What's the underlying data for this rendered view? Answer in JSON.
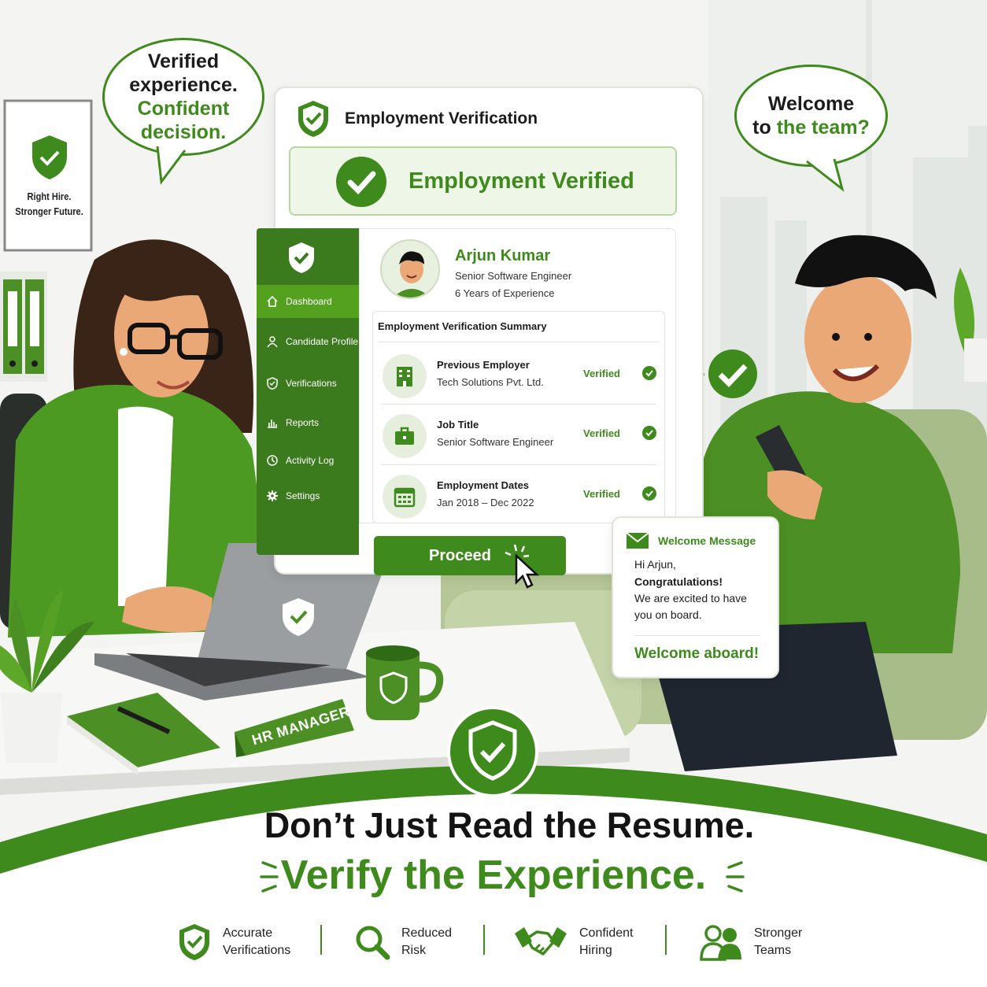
{
  "bubble_left": {
    "line1": "Verified",
    "line2": "experience.",
    "line3": "Confident",
    "line4": "decision."
  },
  "bubble_right": {
    "line1": "Welcome",
    "line2a": "to",
    "line2b": "the team?"
  },
  "poster": {
    "line1": "Right Hire.",
    "line2": "Stronger Future."
  },
  "panel": {
    "title": "Employment Verification",
    "banner": "Employment Verified"
  },
  "sidebar": {
    "items": [
      {
        "label": "Dashboard",
        "icon": "home-icon"
      },
      {
        "label": "Candidate Profile",
        "icon": "user-icon"
      },
      {
        "label": "Verifications",
        "icon": "shield-icon"
      },
      {
        "label": "Reports",
        "icon": "bar-chart-icon"
      },
      {
        "label": "Activity Log",
        "icon": "history-icon"
      },
      {
        "label": "Settings",
        "icon": "gear-icon"
      }
    ]
  },
  "candidate": {
    "name": "Arjun Kumar",
    "role": "Senior Software Engineer",
    "experience": "6 Years of Experience"
  },
  "summary": {
    "title": "Employment Verification Summary",
    "rows": [
      {
        "title": "Previous Employer",
        "value": "Tech Solutions Pvt. Ltd.",
        "status": "Verified",
        "icon": "building-icon"
      },
      {
        "title": "Job Title",
        "value": "Senior Software Engineer",
        "status": "Verified",
        "icon": "briefcase-icon"
      },
      {
        "title": "Employment Dates",
        "value": "Jan 2018 – Dec 2022",
        "status": "Verified",
        "icon": "calendar-icon"
      }
    ]
  },
  "proceed_label": "Proceed",
  "welcome": {
    "title": "Welcome Message",
    "greeting": "Hi Arjun,",
    "congrats": "Congratulations!",
    "body1": "We are excited to have",
    "body2": "you on board.",
    "closing": "Welcome aboard!"
  },
  "nameplate": "HR MANAGER",
  "headline": {
    "line1": "Don’t Just Read the Resume.",
    "line2": "Verify the Experience."
  },
  "features": [
    {
      "line1": "Accurate",
      "line2": "Verifications",
      "icon": "shield-check-icon"
    },
    {
      "line1": "Reduced",
      "line2": "Risk",
      "icon": "magnifier-icon"
    },
    {
      "line1": "Confident",
      "line2": "Hiring",
      "icon": "handshake-icon"
    },
    {
      "line1": "Stronger",
      "line2": "Teams",
      "icon": "team-icon"
    }
  ],
  "colors": {
    "brand_green": "#3f8a1c",
    "dark_green": "#3c7a1e",
    "light_green": "#53a11f",
    "background": "#f4f5f2"
  }
}
